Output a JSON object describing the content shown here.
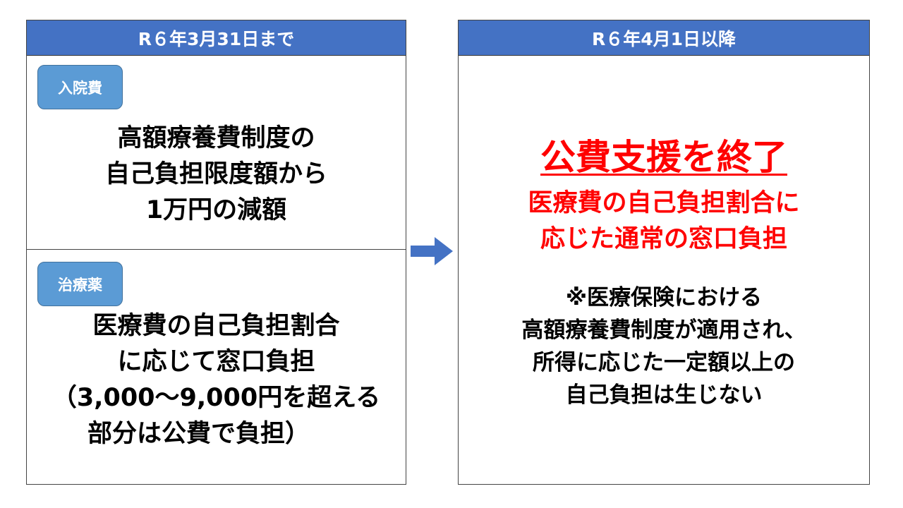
{
  "before": {
    "header": "R６年3月31日まで",
    "hospital": {
      "tag": "入院費",
      "lines": [
        "高額療養費制度の",
        "自己負担限度額から",
        "1万円の減額"
      ]
    },
    "medicine": {
      "tag": "治療薬",
      "lines": [
        "医療費の自己負担割合",
        "に応じて窓口負担",
        "（3,000～9,000円を超える",
        "部分は公費で負担）"
      ]
    }
  },
  "after": {
    "header": "R６年4月1日以降",
    "title": "公費支援を終了",
    "red_lines": [
      "医療費の自己負担割合に",
      "応じた通常の窓口負担"
    ],
    "note_lines": [
      "※医療保険における",
      "高額療養費制度が適用され、",
      "所得に応じた一定額以上の",
      "自己負担は生じない"
    ]
  },
  "colors": {
    "header": "#4472c4",
    "tag": "#5b9bd5",
    "emphasis": "#ff0000",
    "arrow": "#4472c4"
  }
}
